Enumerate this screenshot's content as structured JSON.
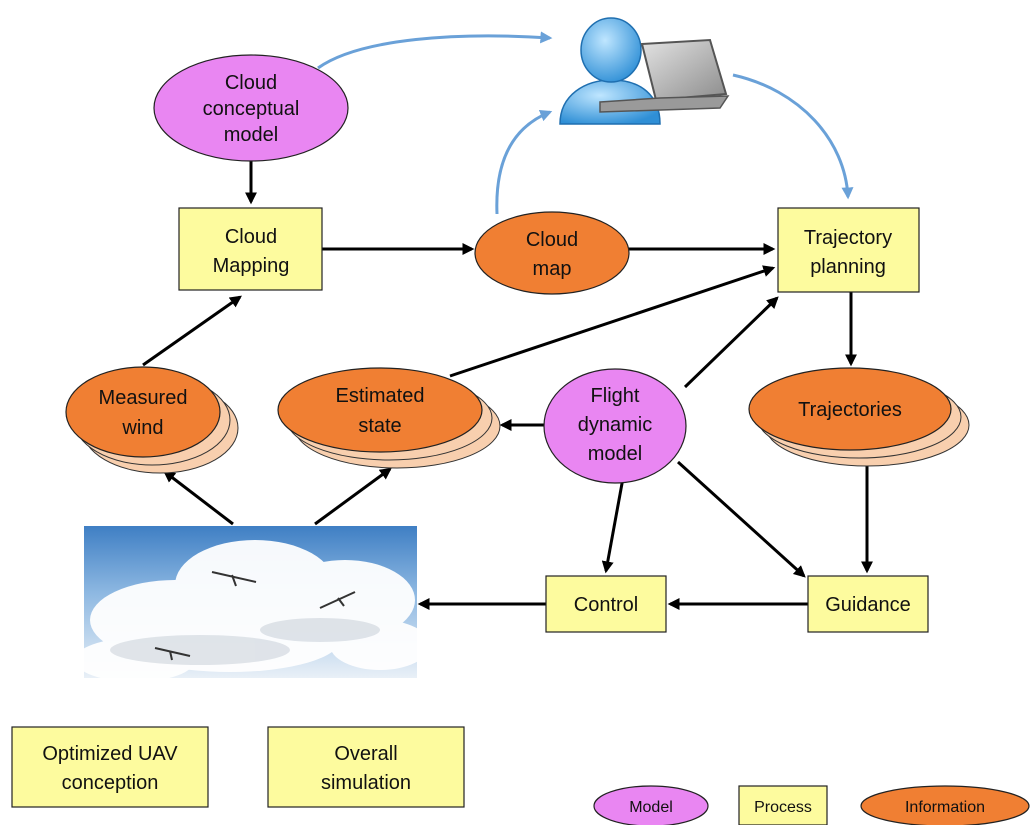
{
  "nodes": {
    "cloud_conceptual_model": [
      "Cloud",
      "conceptual",
      "model"
    ],
    "cloud_mapping": [
      "Cloud",
      "Mapping"
    ],
    "cloud_map": [
      "Cloud",
      "map"
    ],
    "trajectory_planning": [
      "Trajectory",
      "planning"
    ],
    "measured_wind": [
      "Measured",
      "wind"
    ],
    "estimated_state": [
      "Estimated",
      "state"
    ],
    "flight_dynamic_model": [
      "Flight",
      "dynamic",
      "model"
    ],
    "trajectories": [
      "Trajectories"
    ],
    "control": [
      "Control"
    ],
    "guidance": [
      "Guidance"
    ],
    "optimized_uav": [
      "Optimized UAV",
      "conception"
    ],
    "overall_simulation": [
      "Overall",
      "simulation"
    ]
  },
  "legend": {
    "model": "Model",
    "process": "Process",
    "information": "Information"
  },
  "colors": {
    "process": "#fdfb9e",
    "model": "#e986f2",
    "information": "#f07f33",
    "user_link": "#6aa1d8"
  },
  "icons": {
    "user": "user-with-laptop-icon",
    "photo": "gliders-in-clouds-photo"
  }
}
